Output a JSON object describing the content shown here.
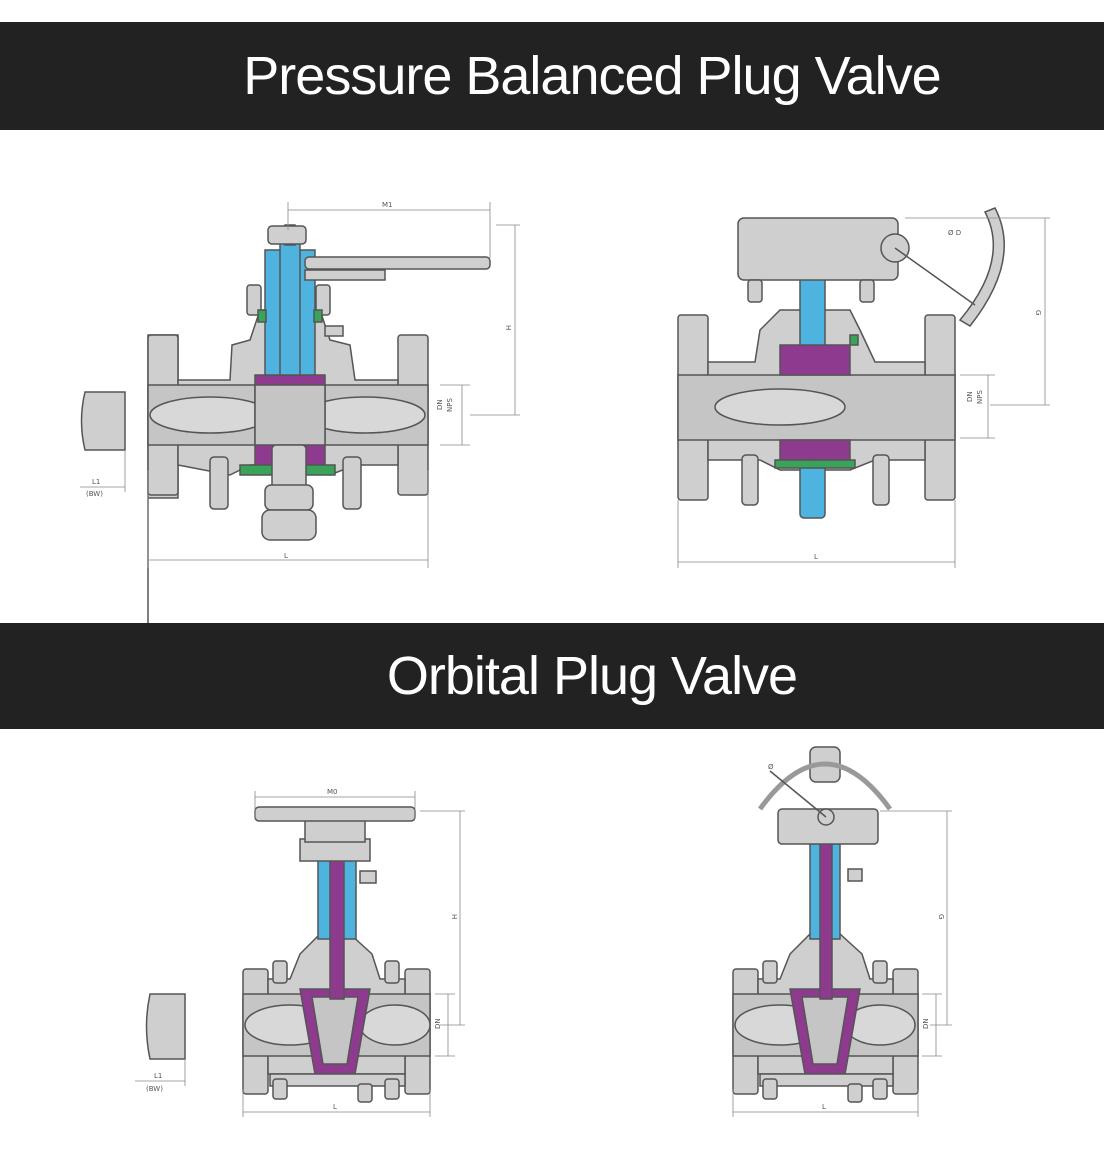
{
  "sections": [
    {
      "title": "Pressure Balanced Plug Valve",
      "left_labels": {
        "width": "M1",
        "height": "H",
        "bore": "DN",
        "bore2": "NPS",
        "length": "L",
        "end": "L1",
        "end_note": "(BW)"
      },
      "right_labels": {
        "diameter": "Ø D",
        "height": "G",
        "bore": "DN",
        "bore2": "NPS",
        "length": "L"
      }
    },
    {
      "title": "Orbital Plug Valve",
      "left_labels": {
        "width": "M0",
        "height": "H",
        "bore": "DN",
        "length": "L",
        "end": "L1",
        "end_note": "(BW)"
      },
      "right_labels": {
        "diameter": "Ø",
        "height": "G",
        "bore": "DN",
        "length": "L"
      }
    }
  ],
  "colors": {
    "banner": "#222222",
    "body": "#cfcfcf",
    "outline": "#555555",
    "stem": "#4fb3e0",
    "plug": "#8e3a8e",
    "seal": "#3aa35a",
    "yellow": "#e0b020"
  }
}
